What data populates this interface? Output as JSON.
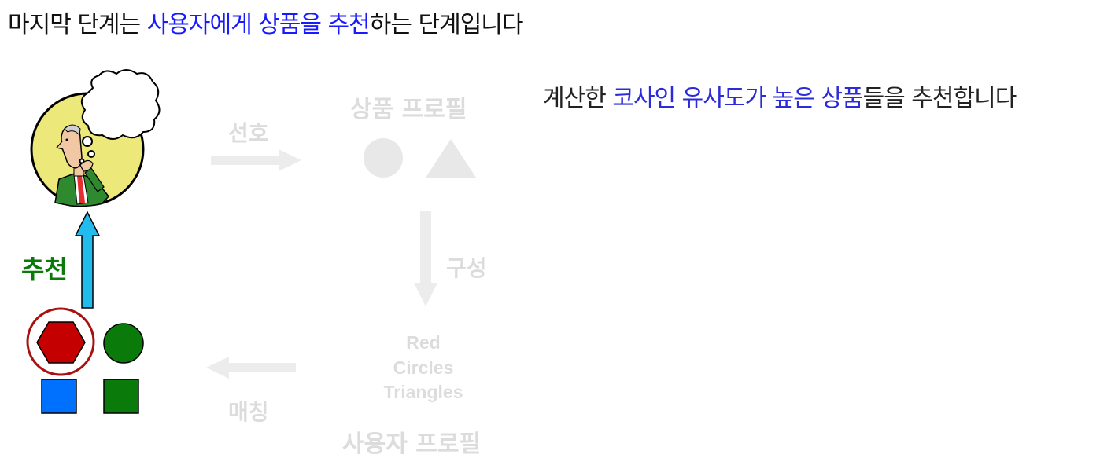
{
  "title": {
    "part1": "마지막 단계는 ",
    "highlight1": "사용자에게 상품을 추천",
    "part2": "하는 단계입니다"
  },
  "description": {
    "part1": "계산한 ",
    "highlight1": "코사인 유사도가 높은 상품",
    "part2": "들을 추천합니다"
  },
  "diagram": {
    "product_profile_label": "상품 프로필",
    "preference_label": "선호",
    "compose_label": "구성",
    "matching_label": "매칭",
    "user_profile_label": "사용자 프로필",
    "user_profile_words": [
      "Red",
      "Circles",
      "Triangles"
    ],
    "recommend_label": "추천"
  },
  "colors": {
    "highlight_text": "#1a1aff",
    "faded": "#e8e8e8",
    "recommend_green": "#0a7a0a",
    "arrow_blue": "#22bbee",
    "hexagon_red": "#c40000",
    "circle_green": "#0a7a0a",
    "square_blue": "#0070ff",
    "square_green": "#0a7a0a",
    "thinker_background": "#ede87a"
  },
  "icons": [
    "thinking-person-icon",
    "thought-bubble-icon",
    "circle-shape-icon",
    "triangle-shape-icon",
    "hexagon-shape-icon",
    "square-shape-icon"
  ]
}
